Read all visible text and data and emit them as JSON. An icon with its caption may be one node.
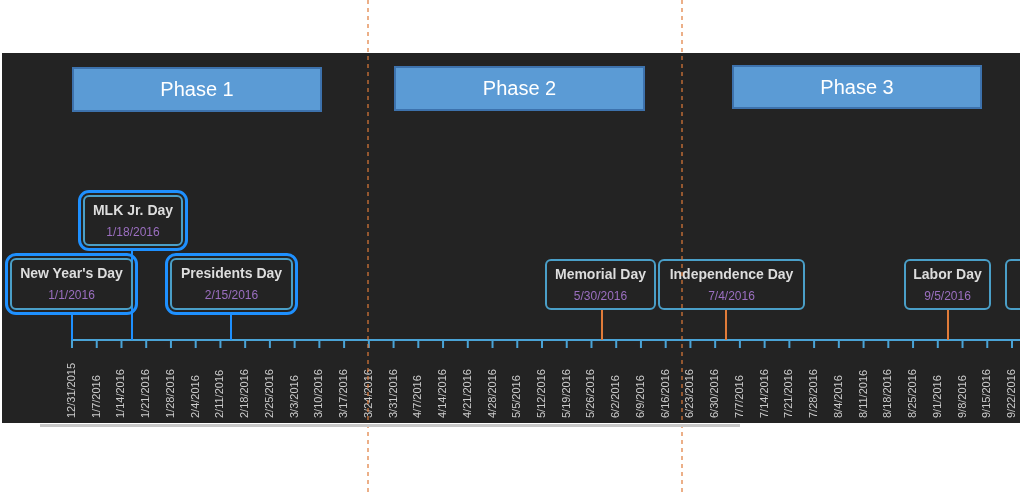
{
  "diagram": {
    "nodes": [
      {
        "text": [
          "Phase 1"
        ]
      },
      {
        "text": [
          "Phase 2"
        ]
      },
      {
        "text": [
          "Phase 3"
        ]
      },
      {
        "text": [
          "MLK Jr. Day",
          "1/18/2016"
        ]
      },
      {
        "text": [
          "New Year's Day",
          "1/1/2016"
        ]
      },
      {
        "text": [
          "Presidents Day",
          "2/15/2016"
        ]
      },
      {
        "text": [
          "Memorial Day",
          "5/30/2016"
        ]
      },
      {
        "text": [
          "Independence Day",
          "7/4/2016"
        ]
      },
      {
        "text": [
          "Labor Day",
          "9/5/2016"
        ]
      },
      {
        "text": [],
        "shape": "box"
      }
    ],
    "edges": [
      {
        "from": 4,
        "to": null,
        "arrow": "none"
      },
      {
        "from": 3,
        "to": null,
        "arrow": "none"
      },
      {
        "from": 5,
        "to": null,
        "arrow": "none"
      },
      {
        "from": 6,
        "to": null,
        "arrow": "none",
        "color": "#e07b39"
      },
      {
        "from": 7,
        "to": null,
        "arrow": "none",
        "color": "#e07b39"
      },
      {
        "from": 8,
        "to": null,
        "arrow": "none",
        "color": "#e07b39"
      }
    ],
    "labels": [
      "12/31/2015",
      "1/7/2016",
      "1/14/2016",
      "1/21/2016",
      "1/28/2016",
      "2/4/2016",
      "2/11/2016",
      "2/18/2016",
      "2/25/2016",
      "3/3/2016",
      "3/10/2016",
      "3/17/2016",
      "3/24/2016",
      "3/31/2016",
      "4/7/2016",
      "4/14/2016",
      "4/21/2016",
      "4/28/2016",
      "5/5/2016",
      "5/12/2016",
      "5/19/2016",
      "5/26/2016",
      "6/2/2016",
      "6/9/2016",
      "6/16/2016",
      "6/23/2016",
      "6/30/2016",
      "7/7/2016",
      "7/14/2016",
      "7/21/2016",
      "7/28/2016",
      "8/4/2016",
      "8/11/2016",
      "8/18/2016",
      "8/25/2016",
      "9/1/2016",
      "9/8/2016",
      "9/15/2016",
      "9/22/2016"
    ]
  }
}
